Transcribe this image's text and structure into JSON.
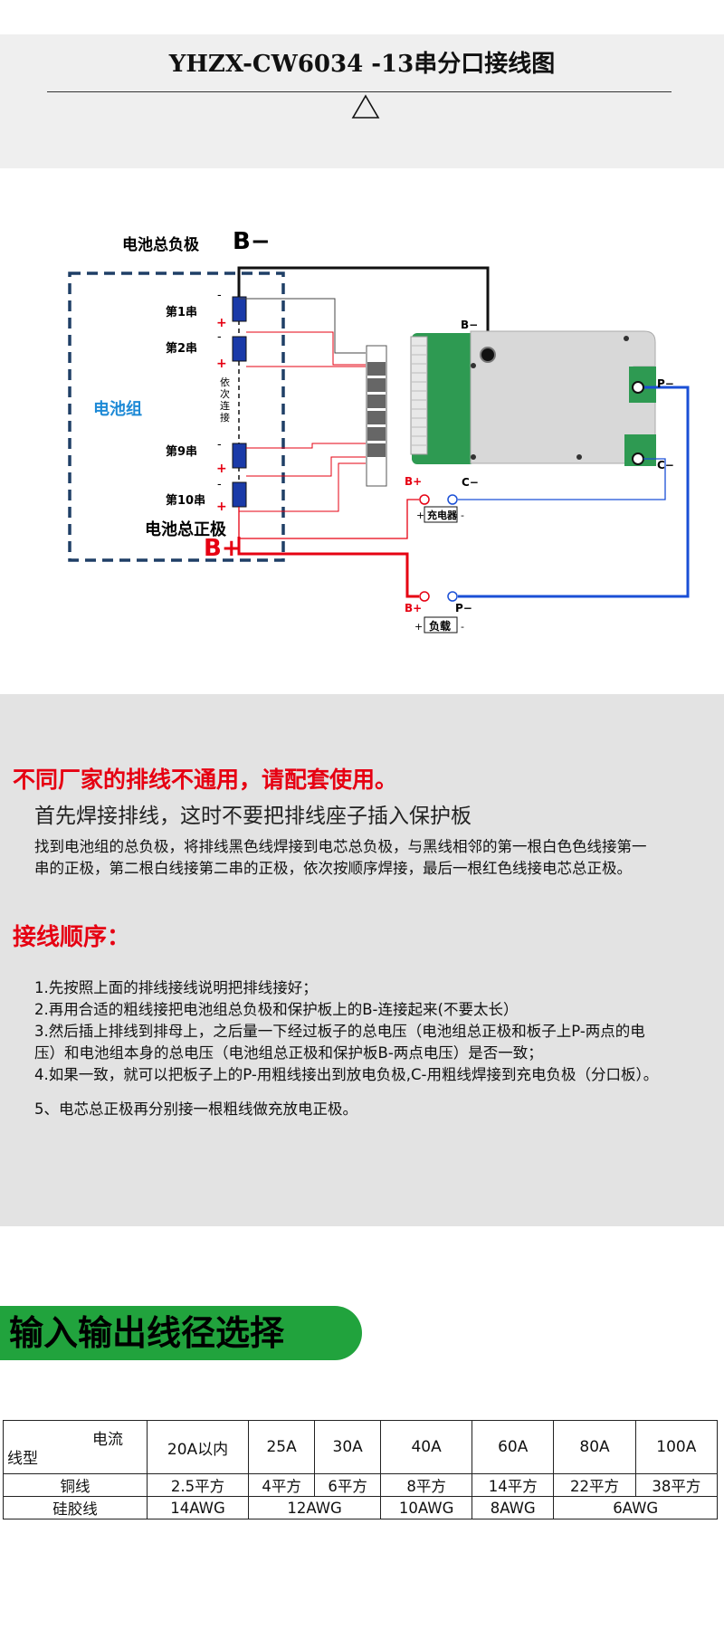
{
  "header": {
    "title": "YHZX-CW6034 -13串分口接线图",
    "symbol": "triangle"
  },
  "diagram": {
    "b_minus_main_label": "电池总负极",
    "b_minus_main_sign": "B−",
    "pack_label": "电池组",
    "cells": [
      "第1串",
      "第2串",
      "第9串",
      "第10串"
    ],
    "sequence_label": [
      "依",
      "次",
      "连",
      "接"
    ],
    "b_plus_main_label": "电池总正极",
    "b_plus_main_sign": "B+",
    "board_b_minus": "B−",
    "board_p_minus": "P−",
    "board_c_minus": "C−",
    "charger_bplus": "B+",
    "charger_cminus": "C−",
    "charger_label": "充电器",
    "load_bplus": "B+",
    "load_pminus": "P−",
    "load_label": "负载",
    "plus_sign": "+",
    "minus_sign": "-",
    "colors": {
      "red": "#e60012",
      "blue": "#1a4fd6",
      "black": "#111111",
      "pack_border": "#1f3f66",
      "pack_label": "#1e8ad6"
    }
  },
  "instructions": {
    "warning": "不同厂家的排线不通用，请配套使用。",
    "subheading": "首先焊接排线，这时不要把排线座子插入保护板",
    "intro": "找到电池组的总负极，将排线黑色线焊接到电芯总负极，与黑线相邻的第一根白色色线接第一串的正极，第二根白线接第二串的正极，依次按顺序焊接，最后一根红色线接电芯总正极。",
    "steps_title": "接线顺序：",
    "steps": [
      "1.先按照上面的排线接线说明把排线接好；",
      "2.再用合适的粗线接把电池组总负极和保护板上的B-连接起来(不要太长）",
      "3.然后插上排线到排母上，之后量一下经过板子的总电压（电池组总正极和板子上P-两点的电压）和电池组本身的总电压（电池组总正极和保护板B-两点电压）是否一致；",
      "4.如果一致，就可以把板子上的P-用粗线接出到放电负极,C-用粗线焊接到充电负极（分口板）。"
    ],
    "step5": "5、电芯总正极再分别接一根粗线做充放电正极。"
  },
  "wire_selection": {
    "title": "输入输出线径选择",
    "corner_current": "电流",
    "corner_type": "线型",
    "currents": [
      "20A以内",
      "25A",
      "30A",
      "40A",
      "60A",
      "80A",
      "100A"
    ],
    "copper_label": "铜线",
    "copper": [
      "2.5平方",
      "4平方",
      "6平方",
      "8平方",
      "14平方",
      "22平方",
      "38平方"
    ],
    "silicone_label": "硅胶线",
    "silicone": [
      "14AWG",
      "12AWG",
      "10AWG",
      "8AWG",
      "6AWG"
    ]
  }
}
